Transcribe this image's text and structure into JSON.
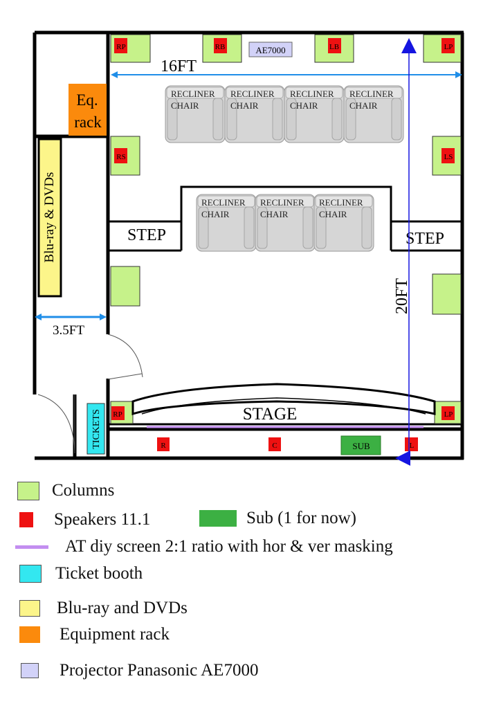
{
  "dimensions": {
    "width_label": "16FT",
    "depth_label": "20FT",
    "corridor_label": "3.5FT"
  },
  "rooms": {
    "eq_rack": "Eq. rack",
    "eq_rack_line1": "Eq.",
    "eq_rack_line2": "rack",
    "bluray_shelf": "Blu-ray & DVDs",
    "tickets": "TICKETS",
    "stage": "STAGE",
    "step_left": "STEP",
    "step_right": "STEP",
    "projector": "AE7000"
  },
  "speakers": {
    "rp_top": "RP",
    "rb": "RB",
    "lb": "LB",
    "lp_top": "LP",
    "rs": "RS",
    "ls": "LS",
    "rp_bottom": "RP",
    "lp_bottom": "LP",
    "r": "R",
    "c": "C",
    "l": "L",
    "sub": "SUB"
  },
  "chairs": {
    "row1": [
      {
        "line1": "RECLINER",
        "line2": "CHAIR"
      },
      {
        "line1": "RECLINER",
        "line2": "CHAIR"
      },
      {
        "line1": "RECLINER",
        "line2": "CHAIR"
      },
      {
        "line1": "RECLINER",
        "line2": "CHAIR"
      }
    ],
    "row2": [
      {
        "line1": "RECLINER",
        "line2": "CHAIR"
      },
      {
        "line1": "RECLINER",
        "line2": "CHAIR"
      },
      {
        "line1": "RECLINER",
        "line2": "CHAIR"
      }
    ]
  },
  "legend": {
    "columns": "Columns",
    "speakers": "Speakers 11.1",
    "sub": "Sub (1 for now)",
    "screen": "AT diy screen 2:1 ratio with hor & ver masking",
    "ticket_booth": "Ticket booth",
    "bluray": "Blu-ray and DVDs",
    "equipment": "Equipment rack",
    "projector": "Projector Panasonic AE7000"
  },
  "colors": {
    "column": "#c6f28a",
    "speaker": "#ee1111",
    "sub": "#3cb043",
    "screen": "#c38ef0",
    "ticket": "#33e7f0",
    "bluray": "#fcf58a",
    "equipment": "#fb8a0c",
    "projector": "#d2d2f8",
    "chair": "#d6d6d6",
    "dim_arrow": "#1f8ee8",
    "axis_arrow": "#1515e0"
  }
}
